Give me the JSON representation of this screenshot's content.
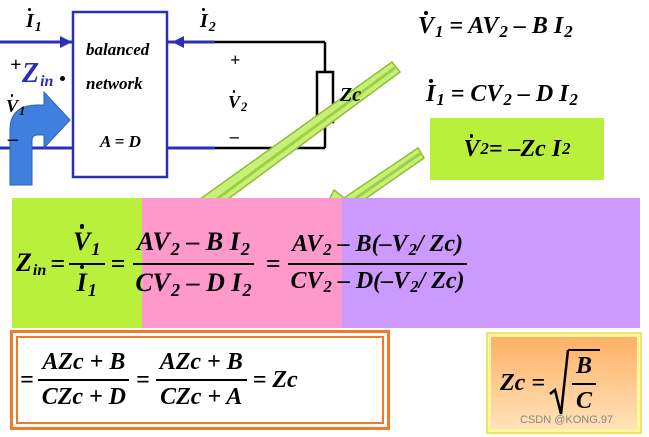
{
  "circuit": {
    "current_in_label": "I",
    "current_in_sub": "1",
    "current_out_label": "I",
    "current_out_sub": "2",
    "voltage_in_label": "V",
    "voltage_in_sub": "1",
    "voltage_out_label": "V",
    "voltage_out_sub": "2",
    "plus_in": "+",
    "minus_in": "–",
    "plus_out": "+",
    "minus_out": "–",
    "zin_main": "Z",
    "zin_sub": "in",
    "network_line1": "balanced",
    "network_line2": "network",
    "network_condition": "A = D",
    "load_label": "Zc"
  },
  "equations": {
    "eq1": {
      "lhs": "V",
      "lhs_sub": "1",
      "mid": " = AV",
      "mid_sub": "2",
      "tail": " – B I",
      "tail_sub": "2"
    },
    "eq2": {
      "lhs": "I",
      "lhs_sub": "1",
      "mid": " = CV",
      "mid_sub": "2",
      "tail": " – D I",
      "tail_sub": "2"
    },
    "eq3": {
      "lhs": "V",
      "lhs_sub": "2",
      "mid": " = –Zc I",
      "mid_sub": "2"
    }
  },
  "derivation": {
    "zin": "Z",
    "zin_sub": "in",
    "eq": "=",
    "f1_num": "V",
    "f1_num_sub": "1",
    "f1_den": "I",
    "f1_den_sub": "1",
    "f2_num_a": "AV",
    "f2_num_sub1": "2",
    "f2_num_b": " – B I",
    "f2_num_sub2": "2",
    "f2_den_a": "CV",
    "f2_den_sub1": "2",
    "f2_den_b": " – D I",
    "f2_den_sub2": "2",
    "f3_num_a": "AV",
    "f3_num_sub1": "2",
    "f3_num_b": " – B(–V",
    "f3_num_sub2": "2",
    "f3_num_c": "/ Zc)",
    "f3_den_a": "CV",
    "f3_den_sub1": "2",
    "f3_den_b": " – D(–V",
    "f3_den_sub2": "2",
    "f3_den_c": "/ Zc)"
  },
  "result": {
    "f4_num": "AZc + B",
    "f4_den": "CZc + D",
    "f5_num": "AZc + B",
    "f5_den": "CZc + A",
    "final": "= Zc"
  },
  "zc_formula": {
    "lhs": "Zc =",
    "num": "B",
    "den": "C"
  },
  "watermark": "CSDN @KONG.97",
  "colors": {
    "wire": "#2b2fb3",
    "green": "#b8f03c",
    "pink": "#ff99cc",
    "purple": "#cc99ff",
    "orange_border": "#f07a2a",
    "zc_box": "#ffd59a",
    "arrow_fill": "#c7f07a"
  }
}
